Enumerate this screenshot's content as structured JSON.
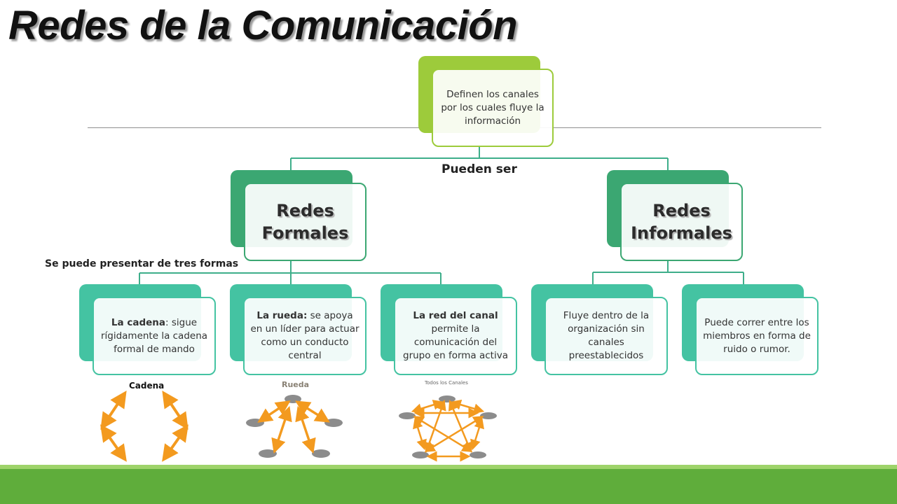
{
  "title": "Redes de la Comunicación",
  "root": {
    "text": "Definen los canales por los cuales fluye la información"
  },
  "connector_label": "Pueden ser",
  "formal": {
    "title": "Redes Formales",
    "connector_label": "Se puede presentar de tres formas",
    "items": [
      {
        "bold": "La cadena",
        "rest": ": sigue rígidamente la cadena formal de mando"
      },
      {
        "bold": "La rueda:",
        "rest": " se apoya en un líder para actuar como un conducto central"
      },
      {
        "bold": "La red del canal",
        "rest": " permite la comunicación del grupo en forma activa"
      }
    ]
  },
  "informal": {
    "title": "Redes Informales",
    "items": [
      {
        "text": "Fluye dentro de la organización sin canales preestablecidos"
      },
      {
        "text": "Puede correr entre los miembros en forma de ruido o rumor."
      }
    ]
  },
  "diagrams": {
    "cadena": "Cadena",
    "rueda": "Rueda",
    "todos": "Todos los Canales"
  },
  "colors": {
    "root_back": "#9dcb3b",
    "root_border": "#9dcb3b",
    "formal_back": "#3ba772",
    "teal_back": "#44c3a2",
    "teal_border": "#44c3a2",
    "connector": "#3eae8a",
    "arrow": "#f39a1f",
    "node_gray": "#8c8c8c",
    "footer": "#5fad3b",
    "footer_light": "#9ed36a"
  }
}
